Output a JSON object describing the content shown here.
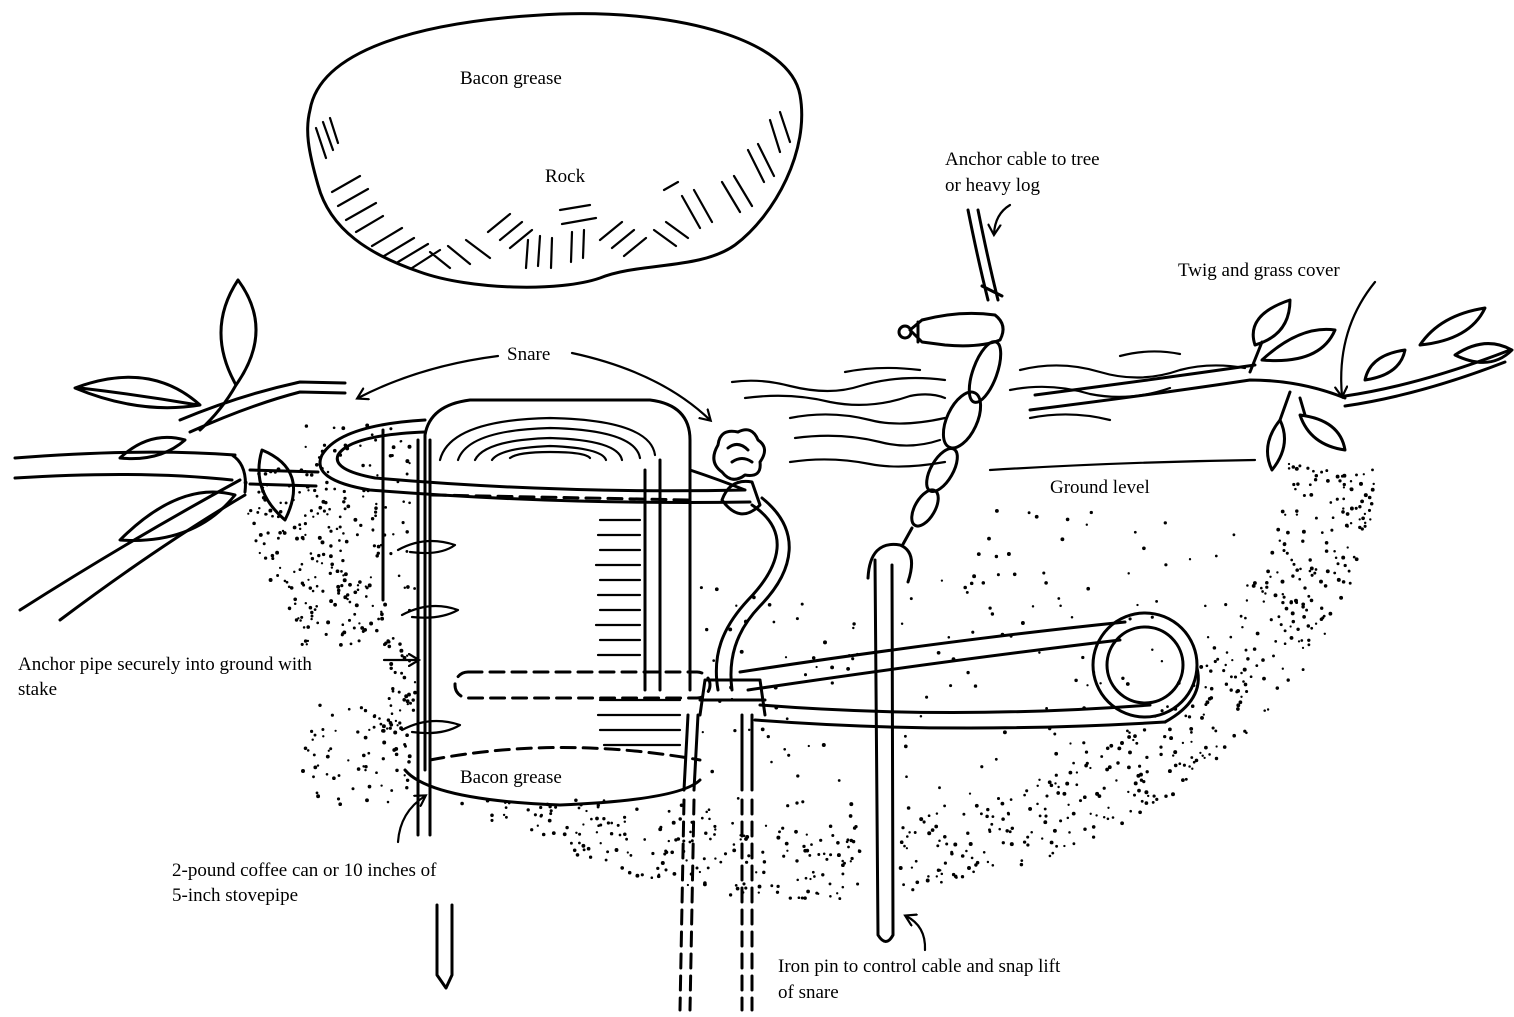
{
  "labels": {
    "top_bacon_grease": "Bacon grease",
    "rock": "Rock",
    "anchor_cable_line1": "Anchor cable to tree",
    "anchor_cable_line2": "or heavy log",
    "twig_cover": "Twig and grass cover",
    "snare": "Snare",
    "ground_level": "Ground level",
    "anchor_pipe_line1": "Anchor pipe securely into ground with",
    "anchor_pipe_line2": "stake",
    "bottom_bacon_grease": "Bacon grease",
    "coffee_can_line1": "2-pound coffee can or 10 inches of",
    "coffee_can_line2": "5-inch stovepipe",
    "iron_pin_line1": "Iron pin to control cable and snap lift",
    "iron_pin_line2": "of snare"
  },
  "colors": {
    "ink": "#000000",
    "background": "#ffffff"
  }
}
